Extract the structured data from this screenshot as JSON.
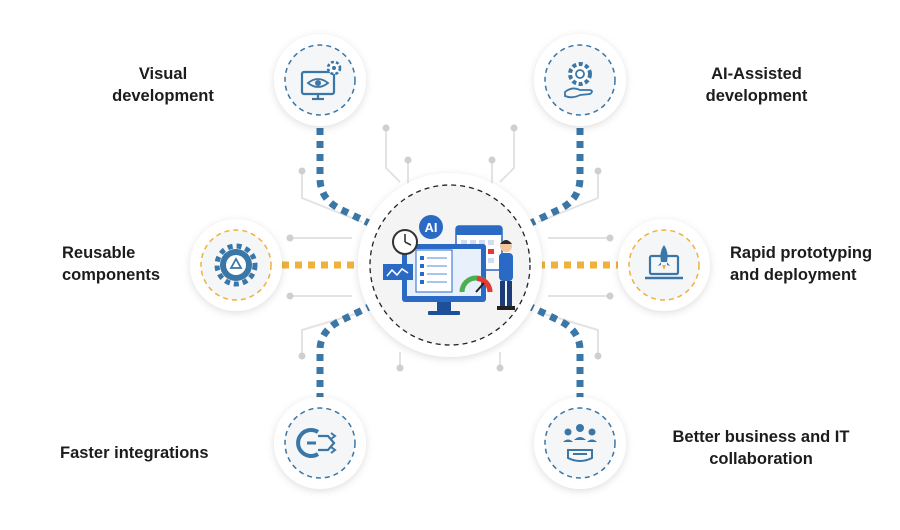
{
  "center": {
    "badge": "AI",
    "icon": "ai-low-code-platform-illustration"
  },
  "features": [
    {
      "id": "visual-development",
      "label": "Visual\ndevelopment",
      "icon": "monitor-eye-gear-icon",
      "color": "#3a76a6"
    },
    {
      "id": "ai-assisted-development",
      "label": "AI-Assisted\ndevelopment",
      "icon": "gear-hand-icon",
      "color": "#3a76a6"
    },
    {
      "id": "reusable-components",
      "label": "Reusable\ncomponents",
      "icon": "gear-recycle-icon",
      "color": "#f0b13a"
    },
    {
      "id": "rapid-prototyping",
      "label": "Rapid prototyping\nand deployment",
      "icon": "laptop-rocket-icon",
      "color": "#f0b13a"
    },
    {
      "id": "faster-integrations",
      "label": "Faster integrations",
      "icon": "integration-arrows-icon",
      "color": "#3a76a6"
    },
    {
      "id": "better-collaboration",
      "label": "Better business and IT\ncollaboration",
      "icon": "team-handshake-icon",
      "color": "#3a76a6"
    }
  ],
  "colors": {
    "blue": "#3a76a6",
    "yellow": "#f0b13a",
    "circuit": "#e2e2e2",
    "node": "#cfcfcf"
  }
}
